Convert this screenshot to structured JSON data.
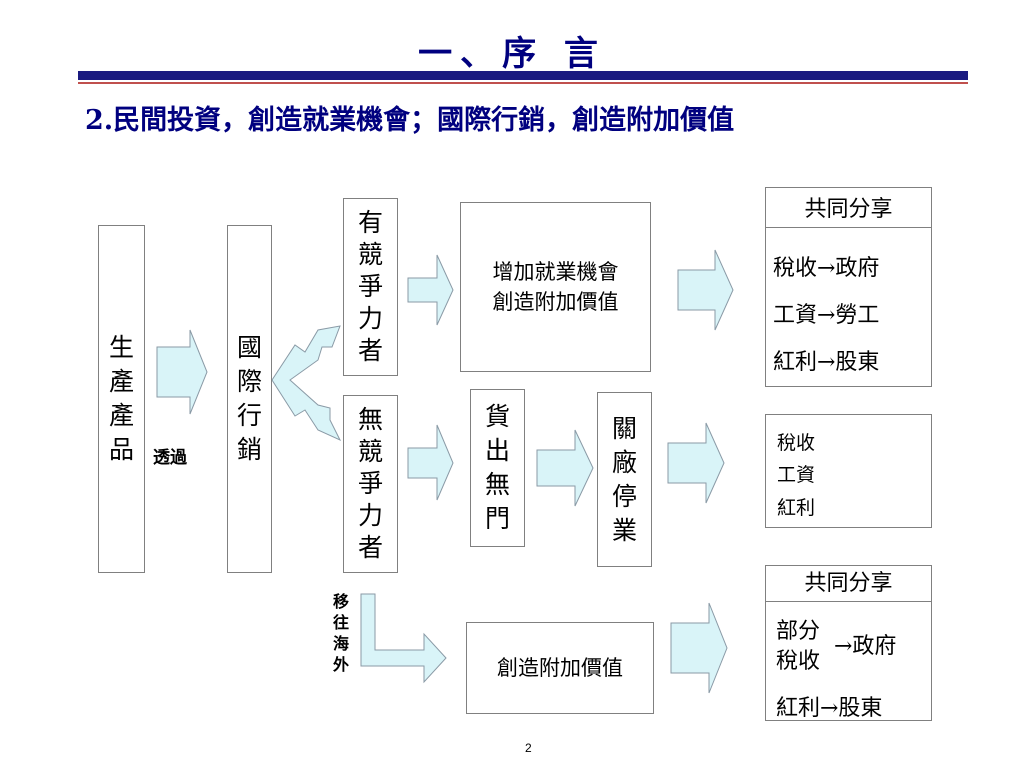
{
  "header": {
    "title": "一、序 言",
    "subtitle": "2.民間投資，創造就業機會；國際行銷，創造附加價值"
  },
  "left": {
    "produce_chars": [
      "生",
      "產",
      "產",
      "品"
    ],
    "via_label": "透過",
    "marketing_chars": [
      "國",
      "際",
      "行",
      "銷"
    ]
  },
  "competitive": {
    "chars": [
      "有",
      "競",
      "爭",
      "力",
      "者"
    ],
    "result_lines": [
      "增加就業機會",
      "創造附加價值"
    ],
    "share": {
      "header": "共同分享",
      "lines": [
        "稅收→政府",
        "工資→勞工",
        "紅利→股東"
      ]
    }
  },
  "non_competitive": {
    "chars": [
      "無",
      "競",
      "爭",
      "力",
      "者"
    ],
    "unsold_chars": [
      "貨",
      "出",
      "無",
      "門"
    ],
    "closed_chars": [
      "關",
      "廠",
      "停",
      "業"
    ],
    "result_items": [
      "稅收",
      "工資",
      "紅利"
    ]
  },
  "overseas": {
    "label_chars": [
      "移",
      "往",
      "海",
      "外"
    ],
    "result": "創造附加價值",
    "share": {
      "header": "共同分享",
      "tax_part_1": "部分",
      "tax_part_2": "稅收",
      "tax_target": "→政府",
      "dividend": "紅利→股東"
    }
  },
  "page_number": "2",
  "colors": {
    "title": "#00007f",
    "arrow_fill": "#d9f4f8",
    "arrow_stroke": "#8a9aa6",
    "zero_circle": "#e00000"
  }
}
